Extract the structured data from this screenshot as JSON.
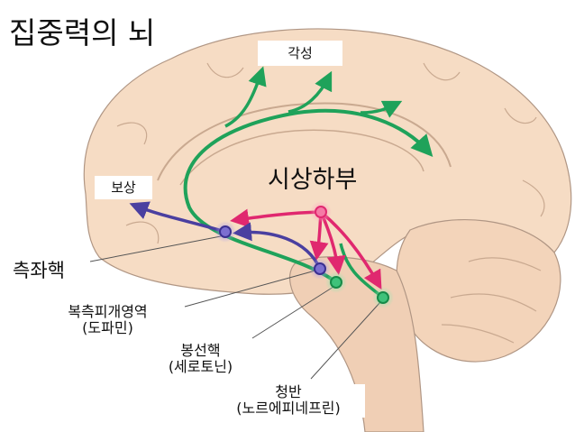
{
  "title": "집중력의 뇌",
  "labels": {
    "arousal": "각성",
    "reward": "보상",
    "hypothalamus": "시상하부",
    "nucleus_accumbens": "측좌핵",
    "vta": "복측피개영역",
    "vta_sub": "(도파민)",
    "raphe": "봉선핵",
    "raphe_sub": "(세로토닌)",
    "locus_coeruleus": "청반",
    "locus_coeruleus_sub": "(노르에피네프린)"
  },
  "colors": {
    "brain": "#f6dcc4",
    "outline": "#b09684",
    "green": "#1fa25a",
    "pink": "#e0286f",
    "purple": "#4a3fa0"
  }
}
